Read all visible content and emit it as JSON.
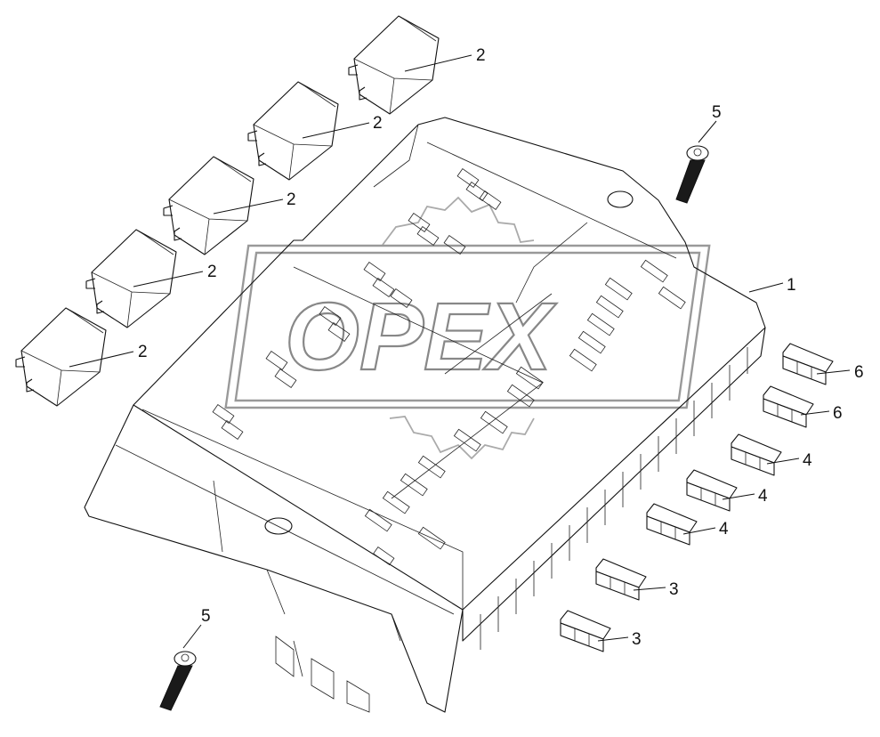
{
  "diagram": {
    "part_labels": [
      "1",
      "2",
      "3",
      "4",
      "5",
      "6"
    ],
    "callouts": [
      {
        "id": "1",
        "part": "fuse-relay-box"
      },
      {
        "id": "2",
        "part": "relay"
      },
      {
        "id": "3",
        "part": "fuse-block"
      },
      {
        "id": "4",
        "part": "fuse-block"
      },
      {
        "id": "5",
        "part": "screw"
      },
      {
        "id": "6",
        "part": "fuse-block"
      }
    ]
  },
  "watermark": {
    "text": "OPEX"
  }
}
